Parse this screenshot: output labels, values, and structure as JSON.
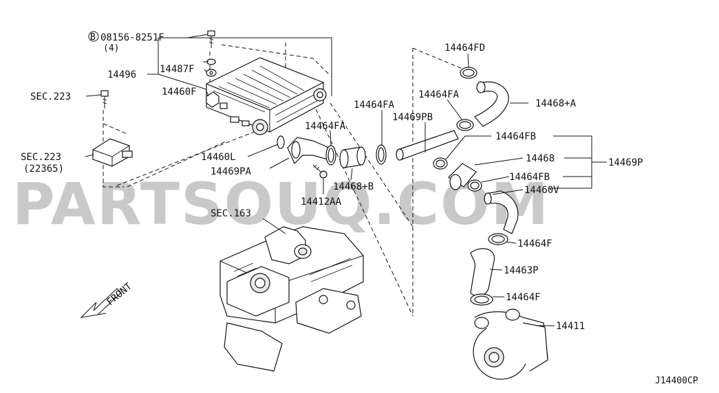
{
  "diagram": {
    "watermark": "PARTSOUQ.COM",
    "diagram_code": "J14400CP",
    "bolt_circle_letter": "B",
    "labels": {
      "bolt_08156": "08156-8251F",
      "bolt_qty": "(4)",
      "p14496": "14496",
      "p14487F": "14487F",
      "p14460F": "14460F",
      "sec223_top": "SEC.223",
      "sec223_bottom": "SEC.223",
      "sec223_sub": "(22365)",
      "p14460L": "14460L",
      "p14469PA": "14469PA",
      "p14412AA": "14412AA",
      "p14464FA_1": "14464FA",
      "p14464FA_2": "14464FA",
      "p14464FA_3": "14464FA",
      "p14469PB": "14469PB",
      "p14468B": "14468+B",
      "p14464FD": "14464FD",
      "p14468A": "14468+A",
      "p14464FB_1": "14464FB",
      "p14468": "14468",
      "p14464FB_2": "14464FB",
      "p14460V": "14460V",
      "p14469P": "14469P",
      "sec163": "SEC.163",
      "p14464F_1": "14464F",
      "p14463P": "14463P",
      "p14464F_2": "14464F",
      "p14411": "14411",
      "front": "FRONT"
    }
  }
}
